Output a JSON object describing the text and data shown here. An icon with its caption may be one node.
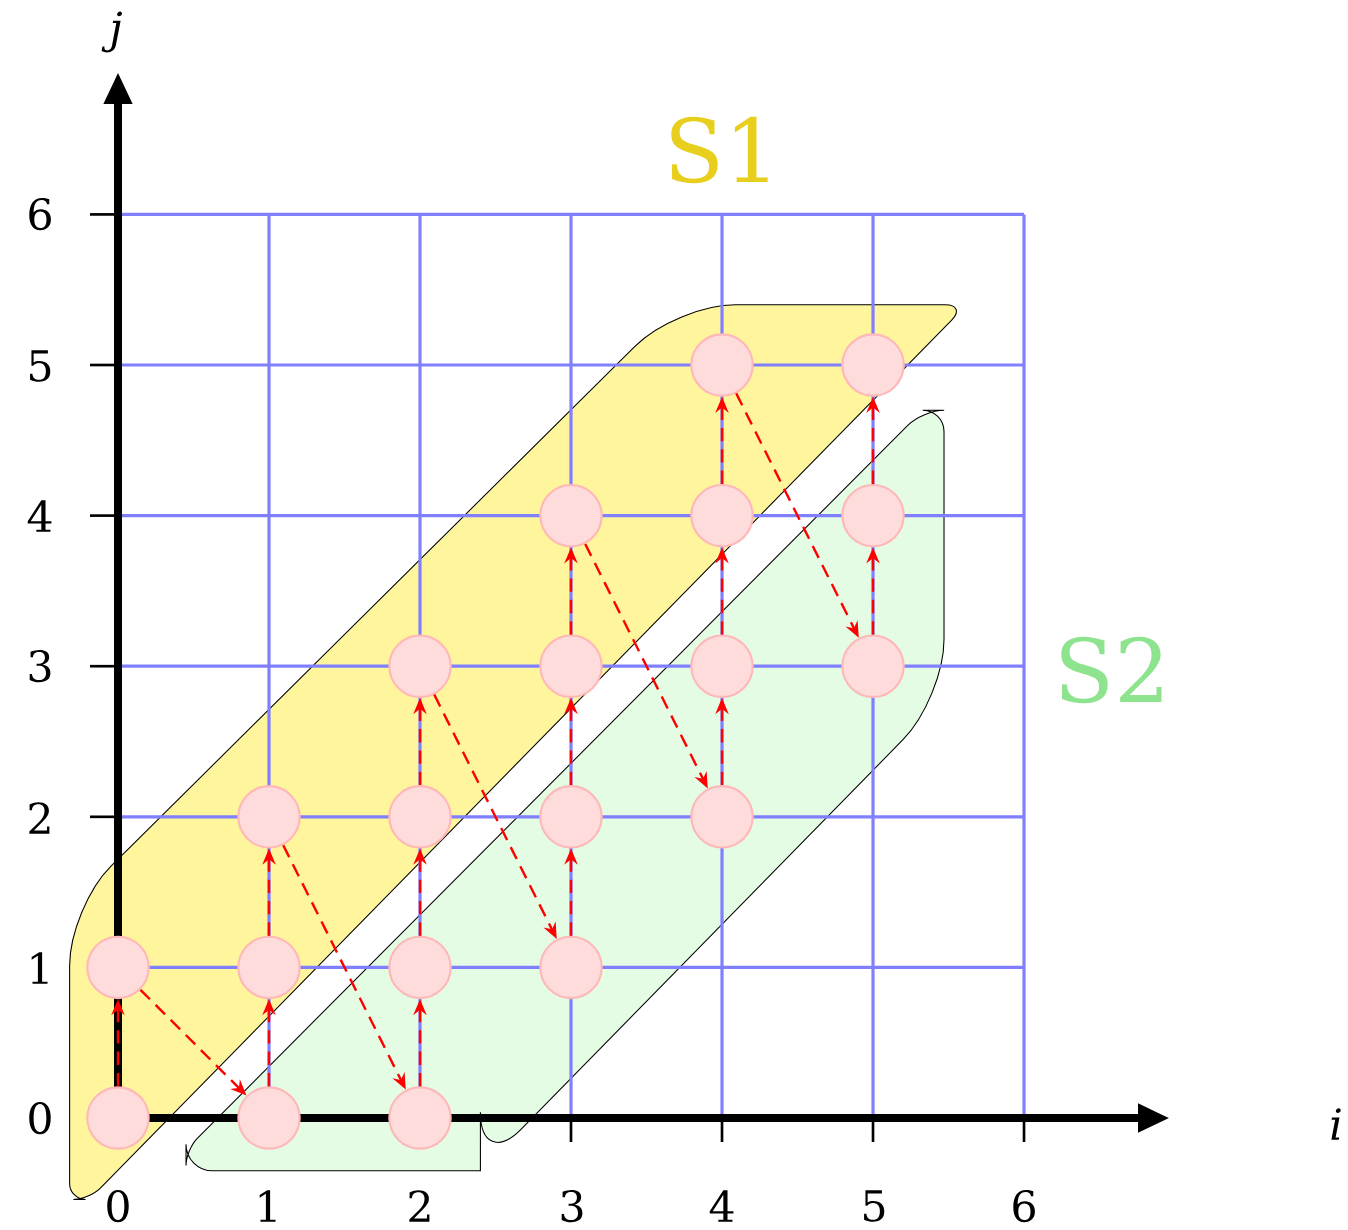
{
  "diagram": {
    "nodes": [
      {
        "text": [
          "S1"
        ]
      },
      {
        "text": [
          "S2"
        ]
      },
      {
        "text": [],
        "shape": "circle",
        "in": 0
      },
      {
        "text": [],
        "shape": "circle",
        "in": 0
      },
      {
        "text": [],
        "shape": "circle",
        "in": 1
      },
      {
        "text": [],
        "shape": "circle",
        "in": 0
      },
      {
        "text": [],
        "shape": "circle",
        "in": 0
      },
      {
        "text": [],
        "shape": "circle",
        "in": 1
      },
      {
        "text": [],
        "shape": "circle",
        "in": 1
      },
      {
        "text": [],
        "shape": "circle",
        "in": 0
      },
      {
        "text": [],
        "shape": "circle",
        "in": 0
      },
      {
        "text": [],
        "shape": "circle",
        "in": 1
      },
      {
        "text": [],
        "shape": "circle",
        "in": 1
      },
      {
        "text": [],
        "shape": "circle",
        "in": 0
      },
      {
        "text": [],
        "shape": "circle",
        "in": 0
      },
      {
        "text": [],
        "shape": "circle",
        "in": 1
      },
      {
        "text": [],
        "shape": "circle",
        "in": 1
      },
      {
        "text": [],
        "shape": "circle",
        "in": 0
      },
      {
        "text": [],
        "shape": "circle",
        "in": 0
      },
      {
        "text": [],
        "shape": "circle",
        "in": 1
      },
      {
        "text": [],
        "shape": "circle",
        "in": 1
      },
      {
        "text": [],
        "shape": "circle",
        "in": 0
      }
    ],
    "edges": [
      {
        "from": 2,
        "to": 3,
        "arrow": "to"
      },
      {
        "from": 3,
        "to": 4,
        "arrow": "to"
      },
      {
        "from": 4,
        "to": 5,
        "arrow": "to"
      },
      {
        "from": 5,
        "to": 6,
        "arrow": "to"
      },
      {
        "from": 6,
        "to": 7,
        "arrow": "to"
      },
      {
        "from": 7,
        "to": 8,
        "arrow": "to"
      },
      {
        "from": 8,
        "to": 9,
        "arrow": "to"
      },
      {
        "from": 9,
        "to": 10,
        "arrow": "to"
      },
      {
        "from": 10,
        "to": 11,
        "arrow": "to"
      },
      {
        "from": 11,
        "to": 12,
        "arrow": "to"
      },
      {
        "from": 12,
        "to": 13,
        "arrow": "to"
      },
      {
        "from": 13,
        "to": 14,
        "arrow": "to"
      },
      {
        "from": 14,
        "to": 15,
        "arrow": "to"
      },
      {
        "from": 15,
        "to": 16,
        "arrow": "to"
      },
      {
        "from": 16,
        "to": 17,
        "arrow": "to"
      },
      {
        "from": 17,
        "to": 18,
        "arrow": "to"
      },
      {
        "from": 18,
        "to": 19,
        "arrow": "to"
      },
      {
        "from": 19,
        "to": 20,
        "arrow": "to"
      },
      {
        "from": 20,
        "to": 21,
        "arrow": "to"
      }
    ],
    "labels": [
      "j",
      "6",
      "5",
      "4",
      "3",
      "2",
      "1",
      "0",
      "i",
      "0",
      "1",
      "2",
      "3",
      "4",
      "5",
      "6"
    ]
  }
}
